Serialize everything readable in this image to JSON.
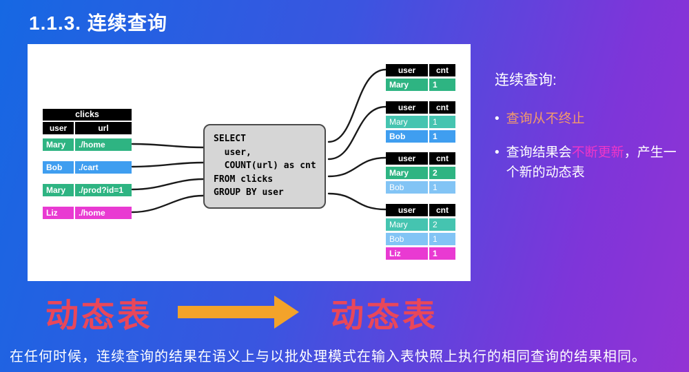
{
  "slide": {
    "title": "1.1.3. 连续查询",
    "bottom_note": "在任何时候，连续查询的结果在语义上与以批处理模式在输入表快照上执行的相同查询的结果相同。"
  },
  "colors": {
    "green": "#2eb482",
    "teal": "#45c4b0",
    "blue": "#3f9ef0",
    "light_blue": "#82c4f5",
    "magenta": "#e93ad2",
    "dynamic_table_red": "#e9475a",
    "arrow_orange": "#f3a32a",
    "bullet1_orange": "#f29a6b",
    "highlight_pink": "#ee36c8"
  },
  "clicks_table": {
    "title": "clicks",
    "col1": "user",
    "col2": "url",
    "rows": [
      {
        "user": "Mary",
        "url": "./home",
        "color": "#2eb482"
      },
      {
        "user": "Bob",
        "url": "./cart",
        "color": "#3f9ef0"
      },
      {
        "user": "Mary",
        "url": "./prod?id=1",
        "color": "#2eb482"
      },
      {
        "user": "Liz",
        "url": "./home",
        "color": "#e93ad2"
      }
    ]
  },
  "sql_box": {
    "lines": [
      "SELECT",
      "  user,",
      "  COUNT(url) as cnt",
      "FROM clicks",
      "GROUP BY user"
    ]
  },
  "result_tables": [
    {
      "col1": "user",
      "col2": "cnt",
      "rows": [
        {
          "user": "Mary",
          "cnt": "1",
          "color": "#2eb482"
        }
      ]
    },
    {
      "col1": "user",
      "col2": "cnt",
      "rows": [
        {
          "user": "Mary",
          "cnt": "1",
          "color": "#45c4b0"
        },
        {
          "user": "Bob",
          "cnt": "1",
          "color": "#3f9ef0"
        }
      ]
    },
    {
      "col1": "user",
      "col2": "cnt",
      "rows": [
        {
          "user": "Mary",
          "cnt": "2",
          "color": "#2eb482"
        },
        {
          "user": "Bob",
          "cnt": "1",
          "color": "#82c4f5"
        }
      ]
    },
    {
      "col1": "user",
      "col2": "cnt",
      "rows": [
        {
          "user": "Mary",
          "cnt": "2",
          "color": "#45c4b0"
        },
        {
          "user": "Bob",
          "cnt": "1",
          "color": "#82c4f5"
        },
        {
          "user": "Liz",
          "cnt": "1",
          "color": "#e93ad2"
        }
      ]
    }
  ],
  "notes": {
    "heading": "连续查询:",
    "bullet1": "查询从不终止",
    "bullet2_pre": "查询结果会",
    "bullet2_highlight": "不断更新",
    "bullet2_post": "，产生一个新的动态表"
  },
  "flow": {
    "left_label": "动态表",
    "right_label": "动态表"
  }
}
